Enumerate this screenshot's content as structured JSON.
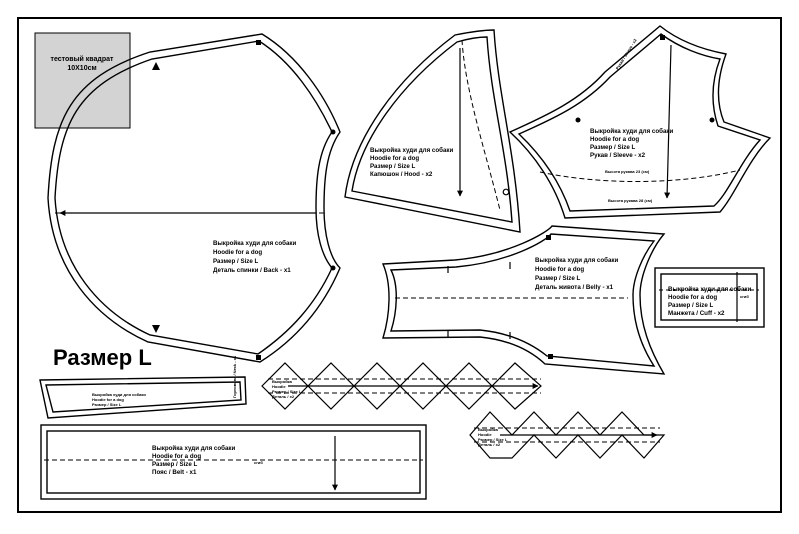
{
  "sheet": {
    "size_label": "Размер L",
    "test_square": {
      "line1": "тестовый квадрат",
      "line2": "10Х10см"
    }
  },
  "pieces": {
    "back": {
      "lines": [
        "Выкройка худи для собаки",
        "Hoodie for a dog",
        "Размер / Size L",
        "Деталь спинки / Back - x1"
      ]
    },
    "hood": {
      "lines": [
        "Выкройка худи для собаки",
        "Hoodie for a dog",
        "Размер / Size L",
        "Капюшон / Hood - x2"
      ]
    },
    "sleeve": {
      "lines": [
        "Выкройка худи для собаки",
        "Hoodie for a dog",
        "Размер / Size L",
        "Рукав / Sleeve - x2"
      ],
      "note_upper": "Высота рукава 23 (см)",
      "note_lower": "Высота рукава 28 (см)"
    },
    "belly": {
      "lines": [
        "Выкройка худи для собаки",
        "Hoodie for a dog",
        "Размер / Size L",
        "Деталь живота / Belly - x1"
      ]
    },
    "cuff": {
      "lines": [
        "Выкройка худи для собаки",
        "Hoodie for a dog",
        "Размер / Size L",
        "Манжета / Cuff - x2"
      ],
      "fold": "сгиб"
    },
    "belt": {
      "lines": [
        "Выкройка худи для собаки",
        "Hoodie for a dog",
        "Размер / Size L",
        "Пояс / Belt - x1"
      ],
      "fold": "сгиб"
    },
    "collar": {
      "lines": [
        "Выкройка худи для собаки",
        "Hoodie for a dog",
        "Размер / Size L",
        "Горловина / Neck - x1"
      ]
    },
    "trim_large": {
      "lines": [
        "Выкройка",
        "Hoodie",
        "Размер / Size L",
        "Деталь / x2"
      ]
    },
    "trim_small": {
      "lines": [
        "Выкройка",
        "Hoodie",
        "Размер / Size L",
        "Деталь / x2"
      ]
    }
  },
  "colors": {
    "ink": "#000000",
    "paper": "#ffffff",
    "test_fill": "#d3d3d3"
  }
}
